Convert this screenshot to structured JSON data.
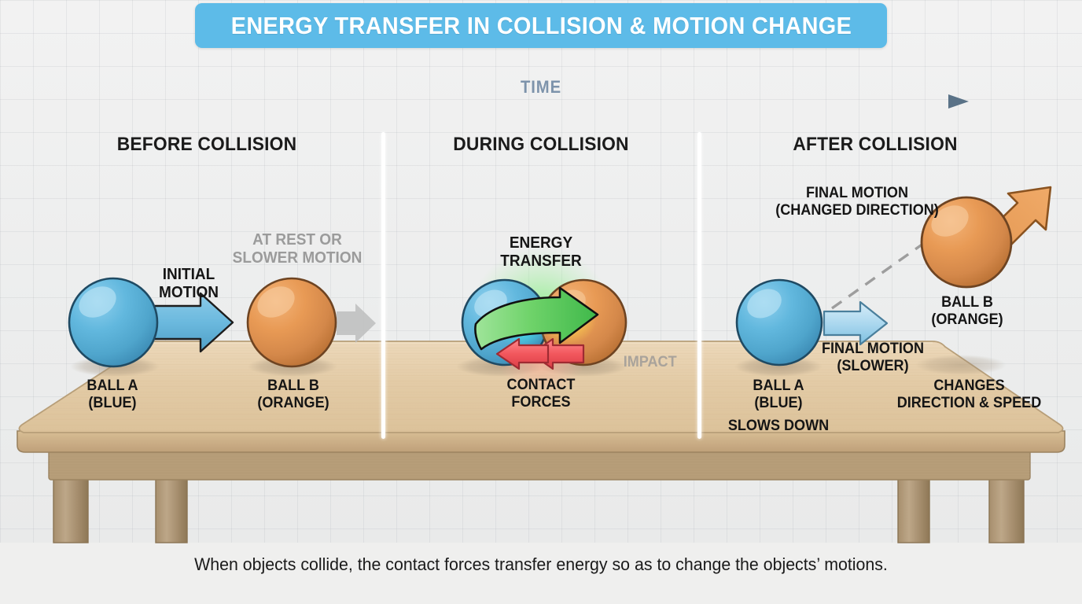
{
  "title": "ENERGY TRANSFER IN COLLISION & MOTION CHANGE",
  "timeline": {
    "label": "TIME",
    "direction": "left-to-right"
  },
  "phases": [
    {
      "id": "before",
      "header": "BEFORE COLLISION"
    },
    {
      "id": "during",
      "header": "DURING COLLISION"
    },
    {
      "id": "after",
      "header": "AFTER COLLISION"
    }
  ],
  "before": {
    "initial_motion": "INITIAL\nMOTION",
    "at_rest": "AT REST OR\nSLOWER MOTION",
    "ball_a": "BALL A\n(BLUE)",
    "ball_b": "BALL B\n(ORANGE)"
  },
  "during": {
    "energy_transfer": "ENERGY\nTRANSFER",
    "contact_forces": "CONTACT\nFORCES",
    "impact": "IMPACT"
  },
  "after": {
    "final_motion_dir": "FINAL MOTION\n(CHANGED DIRECTION)",
    "ball_b": "BALL B\n(ORANGE)",
    "final_motion_slower": "FINAL MOTION\n(SLOWER)",
    "ball_a": "BALL A\n(BLUE)",
    "slows_down": "SLOWS DOWN",
    "changes": "CHANGES\nDIRECTION & SPEED"
  },
  "caption": "When objects collide, the contact forces transfer energy so as to change the objects’ motions.",
  "colors": {
    "title_bar": "#5dbbe8",
    "ball_blue": "#5bb4dc",
    "ball_blue_dark": "#4a9cc4",
    "ball_orange": "#e89a55",
    "ball_orange_dark": "#c67b3a",
    "energy_green": "#5fce5f",
    "force_red": "#f0565c",
    "ghost_gray": "#bdbdbd",
    "table_wood": "#e3cba6",
    "table_edge": "#c9ab82",
    "table_leg": "#a58d6d",
    "background": "#efefef",
    "time_axis": "#7d93ab"
  }
}
